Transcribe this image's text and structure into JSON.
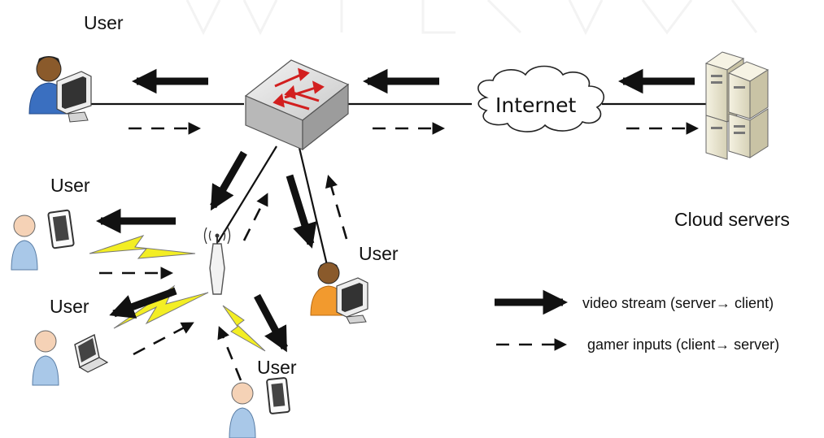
{
  "labels": {
    "user_top_left": "User",
    "user_mid_left": "User",
    "user_center": "User",
    "user_lower_left": "User",
    "user_bottom": "User",
    "internet": "Internet",
    "cloud_servers": "Cloud servers"
  },
  "legend": {
    "video_stream": "video stream (server→ client)",
    "gamer_inputs": "gamer inputs (client→ server)"
  },
  "colors": {
    "line": "#111111",
    "lightning": "#f3ee24",
    "person_blue": "#3a6fc0",
    "person_orange": "#f29a2e",
    "person_light_blue": "#a9c8e8",
    "skin": "#f5d2b6",
    "skin_dark": "#8a5a2b",
    "server": "#e8e4cf"
  },
  "icons": [
    "switch-icon",
    "cloud-icon",
    "server-icon",
    "access-point-icon",
    "person-icon",
    "computer-icon",
    "tablet-icon",
    "laptop-icon",
    "lightning-icon"
  ]
}
